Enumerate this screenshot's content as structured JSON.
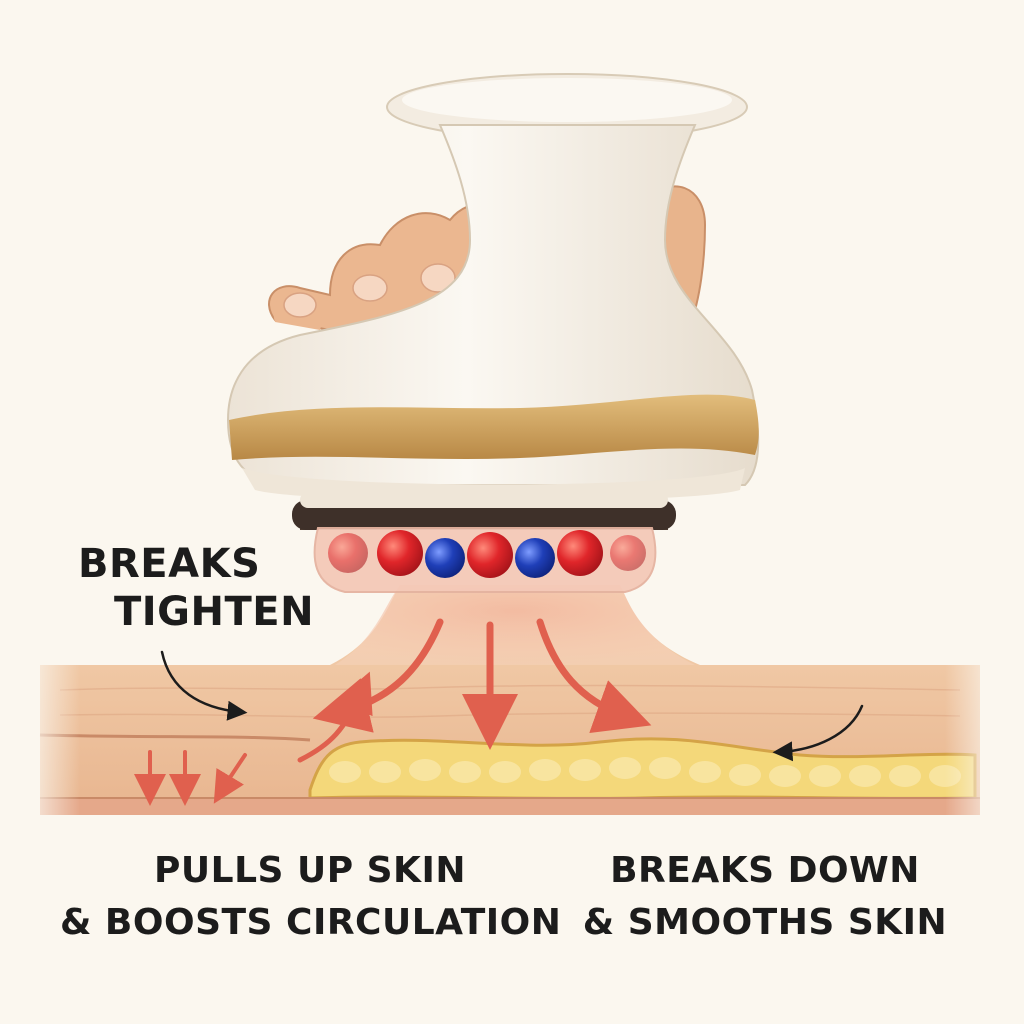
{
  "labels": {
    "breaks_tighten": {
      "line1": "BREAKS",
      "line2": "TIGHTEN"
    },
    "left_caption": {
      "line1": "PULLS UP SKIN",
      "line2": "& BOOSTS CIRCULATION"
    },
    "right_caption": {
      "line1": "BREAKS DOWN",
      "line2": "& SMOOTHS SKIN"
    }
  },
  "device": {
    "bead_colors": [
      "#e0262a",
      "#1f3fb8",
      "#e0262a",
      "#1f3fb8",
      "#e0262a"
    ],
    "body_color": "#f7f1e7",
    "band_color": "#cfa15c"
  },
  "colors": {
    "background": "#fbf7ef",
    "skin": "#ecc4a0",
    "fat": "#f4d87a",
    "arrow": "#e0604e",
    "text": "#1c1c1c"
  }
}
